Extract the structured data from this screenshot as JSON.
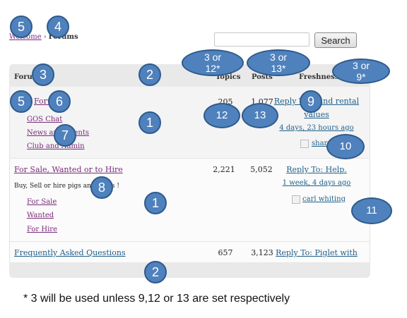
{
  "breadcrumb": {
    "home": "Welcome",
    "separator": "›",
    "current": "Forums"
  },
  "search": {
    "value": "",
    "button_label": "Search"
  },
  "table": {
    "headers": {
      "forum": "Forum",
      "topics": "Topics",
      "posts": "Posts",
      "freshness": "Freshness"
    },
    "rows": [
      {
        "title": "Forum",
        "description": "",
        "subforums": [
          "GOS Chat",
          "News and Events",
          "Club and Admin"
        ],
        "topics": "205",
        "posts": "1,077",
        "freshness_line1": "Reply To: Land rental",
        "freshness_line2": "values",
        "freshness_time": "4 days, 23 hours ago",
        "author": "sharon"
      },
      {
        "title": "For Sale, Wanted or to Hire",
        "description": "Buy, Sell or hire pigs and items !",
        "subforums": [
          "For Sale",
          "Wanted",
          "For Hire"
        ],
        "topics": "2,221",
        "posts": "5,052",
        "freshness_line1": "Reply To: Help.",
        "freshness_time": "1 week, 4 days ago",
        "author": "carl whiting"
      },
      {
        "title": "Frequently Asked Questions",
        "topics": "657",
        "posts": "3,123",
        "freshness_line1": "Reply To: Piglet with"
      }
    ]
  },
  "annotations": {
    "b5a": "5",
    "b4": "4",
    "b3": "3",
    "b2a": "2",
    "p_topics_1": "3 or",
    "p_topics_2": "12*",
    "p_posts_1": "3 or",
    "p_posts_2": "13*",
    "p_fresh_1": "3 or",
    "p_fresh_2": "9*",
    "b5b": "5",
    "b6": "6",
    "b9": "9",
    "b12": "12",
    "b13": "13",
    "b1a": "1",
    "b7": "7",
    "b10": "10",
    "b8": "8",
    "b1b": "1",
    "b11": "11",
    "b2b": "2"
  },
  "footnote": "* 3 will be used unless 9,12 or 13 are set respectively",
  "colors": {
    "callout": "#4f81bd",
    "callout_border": "#2e5a8c",
    "link_purple": "#7a2a7a",
    "link_blue": "#1f5f8a"
  }
}
